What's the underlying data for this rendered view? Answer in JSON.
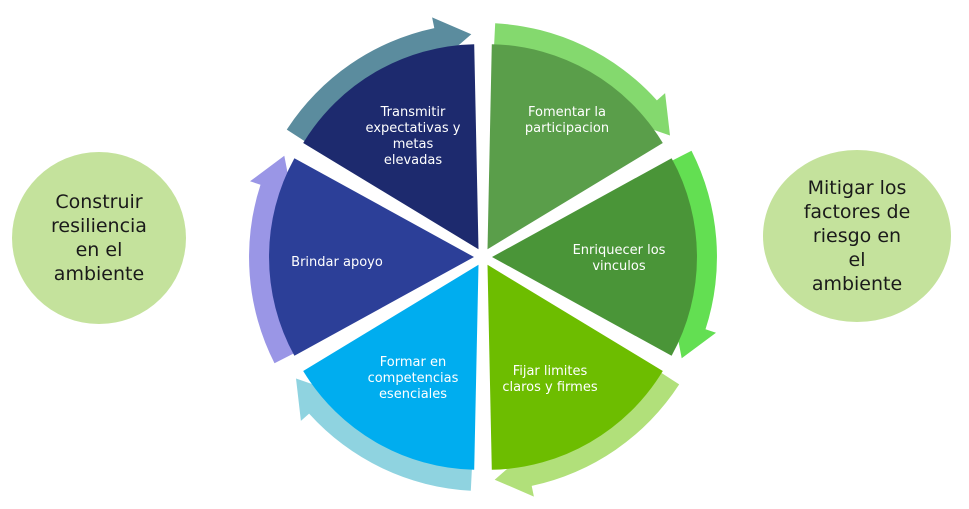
{
  "left_circle": {
    "text": "Construir\nresiliencia\nen el\nambiente"
  },
  "right_circle": {
    "text": "Mitigar los\nfactores de\nriesgo en\nel\nambiente"
  },
  "segments": [
    {
      "label": "Transmitir\nexpectativas y\nmetas\nelevadas",
      "fill": "#1d2a6e",
      "arrow": "#5b8c9e"
    },
    {
      "label": "Fomentar la\nparticipacion",
      "fill": "#5a9e4a",
      "arrow": "#84d96e"
    },
    {
      "label": "Enriquecer los\nvinculos",
      "fill": "#4a9538",
      "arrow": "#63df52"
    },
    {
      "label": "Fijar limites\nclaros y firmes",
      "fill": "#6dbd00",
      "arrow": "#b1e07a"
    },
    {
      "label": "Formar en\ncompetencias\nesenciales",
      "fill": "#00adef",
      "arrow": "#8fd3e0"
    },
    {
      "label": "Brindar apoyo",
      "fill": "#2c3f98",
      "arrow": "#9a96e6"
    }
  ]
}
